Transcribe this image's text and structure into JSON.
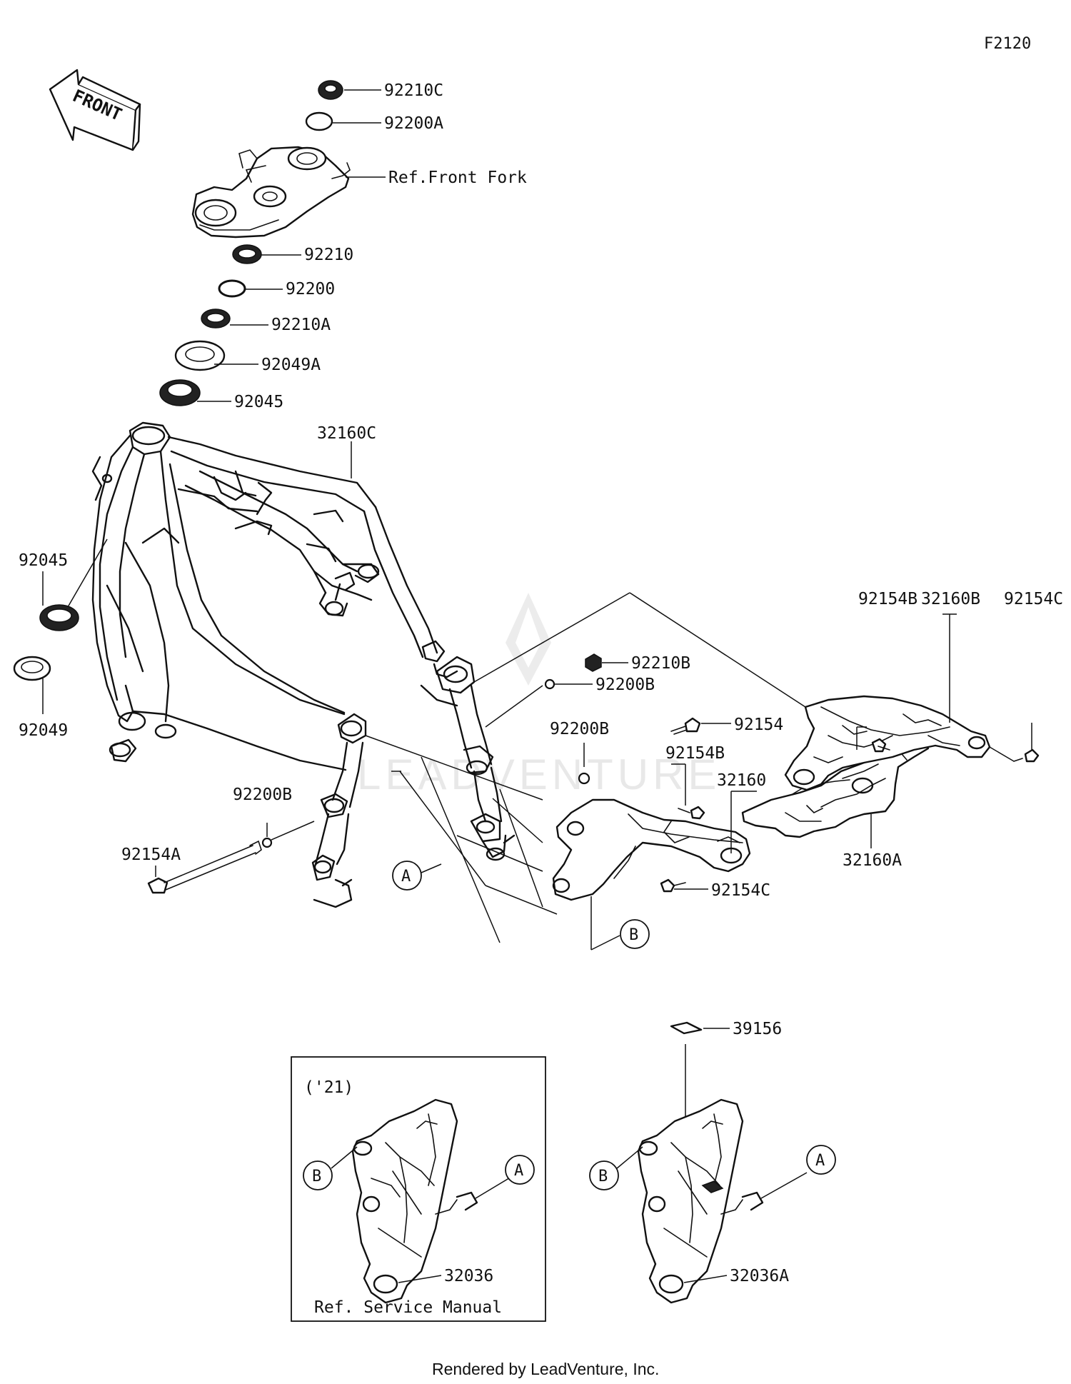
{
  "figure_code": "F2120",
  "front_arrow_label": "FRONT",
  "ref_front_fork": "Ref.Front Fork",
  "watermark": "LEADVENTURE",
  "parts": {
    "p92210C": "92210C",
    "p92200A": "92200A",
    "p92210": "92210",
    "p92200": "92200",
    "p92210A": "92210A",
    "p92049A": "92049A",
    "p92045_top": "92045",
    "p32160C": "32160C",
    "p92045_left": "92045",
    "p92049": "92049",
    "p92154B_top": "92154B",
    "p32160B": "32160B",
    "p92154C_top": "92154C",
    "p92210B": "92210B",
    "p92200B_upper": "92200B",
    "p92154": "92154",
    "p92200B_mid": "92200B",
    "p92154B_mid": "92154B",
    "p32160": "32160",
    "p92200B_left": "92200B",
    "p92154A": "92154A",
    "p32160A": "32160A",
    "p92154C_bot": "92154C",
    "p39156": "39156",
    "p32036": "32036",
    "p32036A": "32036A"
  },
  "callouts": {
    "a": "A",
    "b": "B"
  },
  "inset": {
    "year": "('21)",
    "ref": "Ref. Service Manual"
  },
  "footer": "Rendered by LeadVenture, Inc."
}
